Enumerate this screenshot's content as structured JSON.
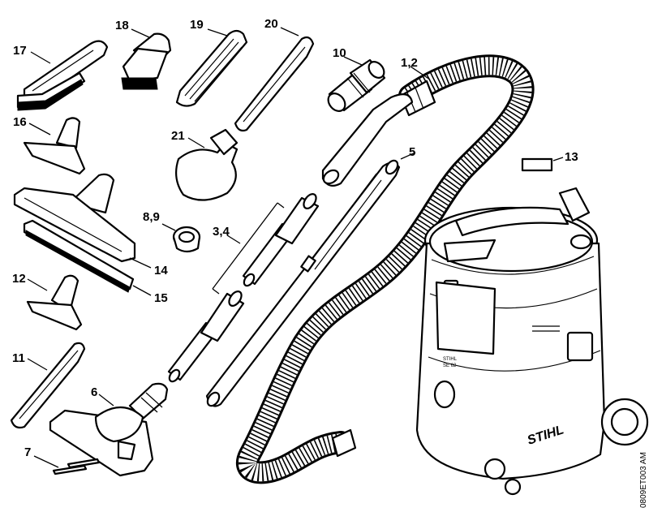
{
  "labels": {
    "p17": "17",
    "p18": "18",
    "p19": "19",
    "p20": "20",
    "p10": "10",
    "p1_2": "1,2",
    "p16": "16",
    "p21": "21",
    "p5": "5",
    "p13": "13",
    "p8_9": "8,9",
    "p3_4": "3,4",
    "p14": "14",
    "p15": "15",
    "p12": "12",
    "p11": "11",
    "p6": "6",
    "p7": "7"
  },
  "brand": "STIHL",
  "unit_badge": "STIHL",
  "unit_badge_model": "SE 62",
  "reference_code": "0809ET003 AM"
}
